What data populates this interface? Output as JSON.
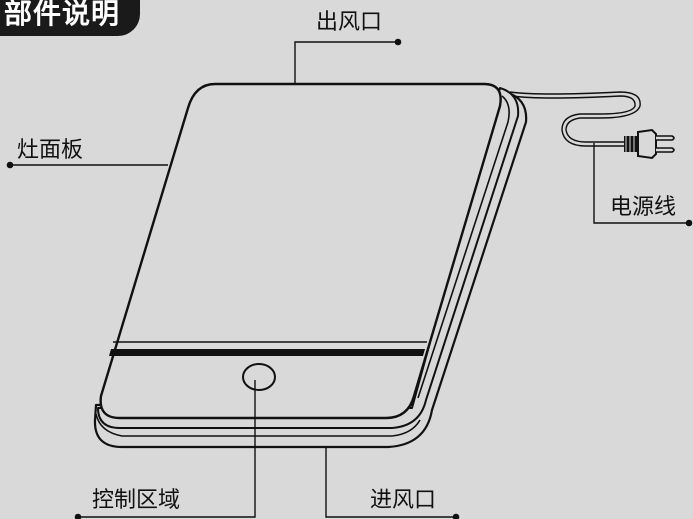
{
  "title": "部件说明",
  "labels": {
    "air_outlet": "出风口",
    "panel": "灶面板",
    "power_cord": "电源线",
    "control_area": "控制区域",
    "air_inlet": "进风口"
  },
  "colors": {
    "background": "#d9d9d9",
    "title_bg": "#1a1a1a",
    "title_text": "#ffffff",
    "line": "#111111",
    "device_fill": "#d9d9d9"
  }
}
